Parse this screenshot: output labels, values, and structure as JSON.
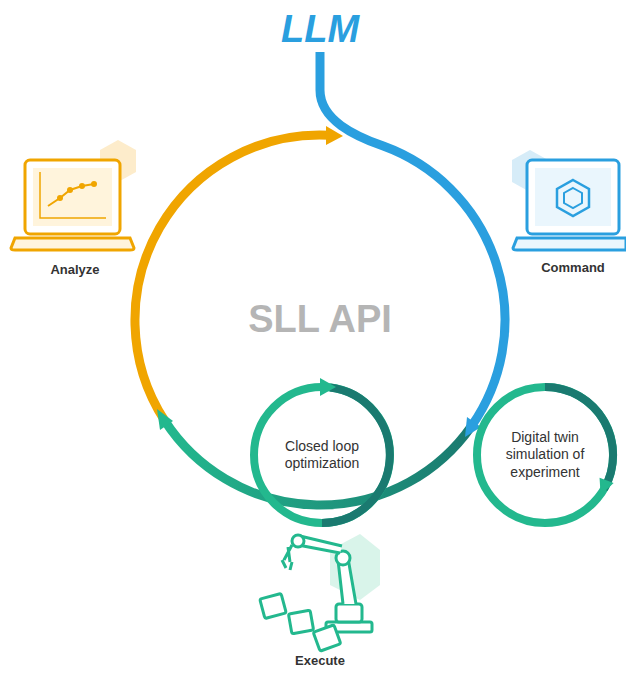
{
  "diagram": {
    "nodes": [
      {
        "text": [
          "SLL API"
        ]
      },
      {
        "text": [
          "Closed loop optimization"
        ]
      },
      {
        "text": [
          "Digital twin simulation of experiment"
        ]
      }
    ],
    "labels": [
      "LLM",
      "Analyze",
      "Command",
      "Execute"
    ]
  }
}
